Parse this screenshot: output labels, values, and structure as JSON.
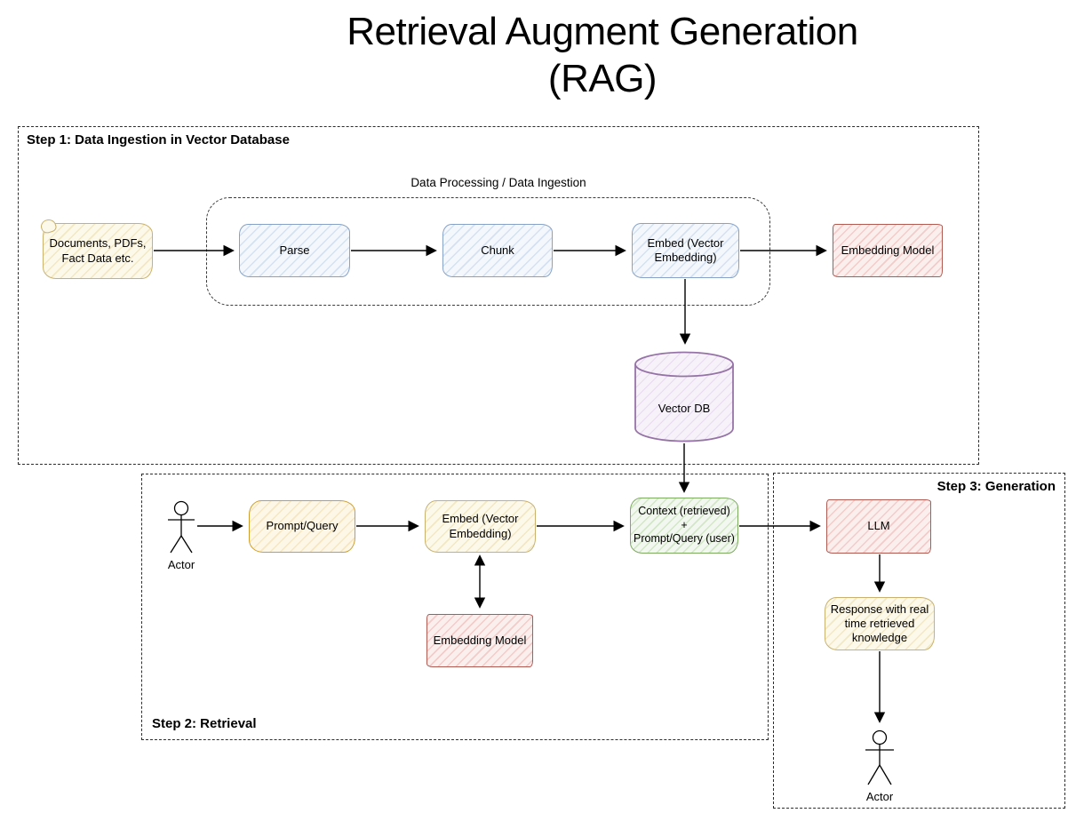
{
  "title": {
    "line1": "Retrieval Augment Generation",
    "line2": "(RAG)"
  },
  "palette": {
    "blue_border": "#87a2c6",
    "blue_fill": "#f4f8fc",
    "yellow_border": "#c9b26d",
    "yellow_fill": "#fcf8ea",
    "orange_border": "#cf9f2e",
    "orange_fill": "#fdf7e8",
    "red_border": "#b05a52",
    "red_fill": "#fbefee",
    "green_border": "#7dab60",
    "green_fill": "#f2f8ef",
    "purple_border": "#9673a6",
    "purple_fill": "#f7f2fa",
    "connector": "#000000"
  },
  "step1": {
    "label": "Step 1: Data Ingestion in Vector Database",
    "group_label": "Data Processing / Data Ingestion",
    "nodes": {
      "documents": "Documents, PDFs,\nFact Data etc.",
      "parse": "Parse",
      "chunk": "Chunk",
      "embed": "Embed (Vector\nEmbedding)",
      "embedding_model": "Embedding Model",
      "vector_db": "Vector DB"
    }
  },
  "step2": {
    "label": "Step 2: Retrieval",
    "actor_label": "Actor",
    "nodes": {
      "prompt_query": "Prompt/Query",
      "embed": "Embed (Vector\nEmbedding)",
      "context": "Context (retrieved)\n+\nPrompt/Query (user)",
      "embedding_model": "Embedding Model"
    }
  },
  "step3": {
    "label": "Step 3: Generation",
    "actor_label": "Actor",
    "nodes": {
      "llm": "LLM",
      "response": "Response with real\ntime retrieved\nknowledge"
    }
  }
}
